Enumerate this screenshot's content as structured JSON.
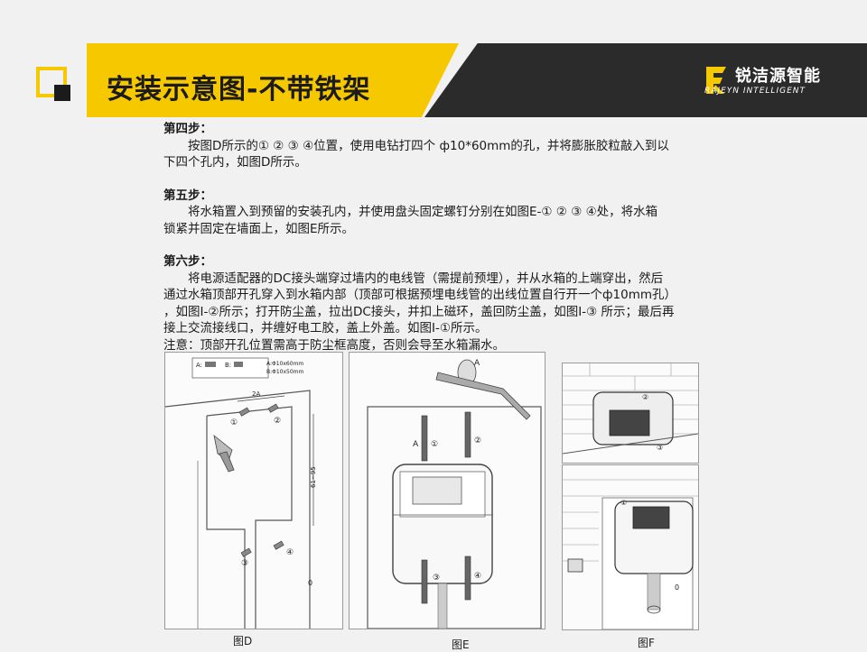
{
  "header": {
    "title": "安装示意图-不带铁架",
    "brand_cn": "锐洁源智能",
    "brand_en": "RAJEYN INTELLIGENT",
    "accent_color": "#f6c800",
    "dark_color": "#2b2b2b"
  },
  "steps": [
    {
      "heading": "第四步：",
      "lines": [
        "按图D所示的① ② ③ ④位置，使用电钻打四个 ф10*60mm的孔，并将膨胀胶粒敲入到以",
        "下四个孔内，如图D所示。"
      ]
    },
    {
      "heading": "第五步：",
      "lines": [
        "将水箱置入到预留的安装孔内，并使用盘头固定螺钉分别在如图E-① ② ③ ④处，将水箱",
        "锁紧并固定在墙面上，如图E所示。"
      ]
    },
    {
      "heading": "第六步：",
      "lines": [
        "将电源适配器的DC接头端穿过墙内的电线管（需提前预埋），并从水箱的上端穿出，然后",
        "通过水箱顶部开孔穿入到水箱内部（顶部可根据预埋电线管的出线位置自行开一个ф10mm孔）",
        "，如图I-②所示；打开防尘盖，拉出DC接头，并扣上磁环，盖回防尘盖，如图I-③ 所示；最后再",
        "接上交流接线口，并缠好电工胶，盖上外盖。如图I-①所示。"
      ],
      "note": "注意：顶部开孔位置需高于防尘框高度，否则会导至水箱漏水。"
    }
  ],
  "figures": {
    "d": {
      "label": "图D",
      "legend_a": "A:",
      "legend_b": "B:",
      "legend_a_text": "A:Φ10x60mm",
      "legend_b_text": "B:Φ10x50mm",
      "dim_2a": "2A",
      "dim_vertical": "61~95",
      "zero": "0",
      "n1": "①",
      "n2": "②",
      "n3": "③",
      "n4": "④"
    },
    "e": {
      "label": "图E",
      "a_top": "A",
      "a_left": "A",
      "n1": "①",
      "n2": "②",
      "n3": "③",
      "n4": "④"
    },
    "f": {
      "label": "图F",
      "n1": "①",
      "n2": "②",
      "n3": "③",
      "zero": "0"
    }
  }
}
